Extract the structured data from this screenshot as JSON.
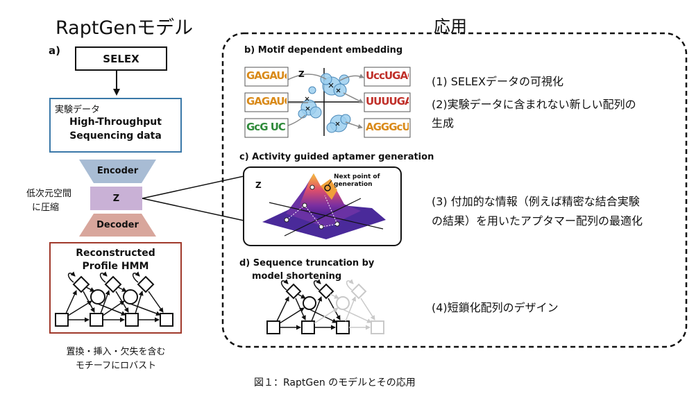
{
  "left": {
    "title": "RaptGenモデル",
    "panel_a": "a)",
    "selex": "SELEX",
    "exp_label": "実験データ",
    "hts_line1": "High-Throughput",
    "hts_line2": "Sequencing data",
    "encoder": "Encoder",
    "z": "Z",
    "decoder": "Decoder",
    "latent_line1": "低次元空間",
    "latent_line2": "に圧縮",
    "hmm_line1": "Reconstructed",
    "hmm_line2": "Profile HMM",
    "robust_line1": "置換・挿入・欠失を含む",
    "robust_line2": "モチーフにロバスト"
  },
  "right": {
    "title": "応用",
    "b_title": "b) Motif dependent embedding",
    "b_z": "Z",
    "motifs_left": [
      "GAGAUcc",
      "GAGAUGU",
      "GcG UC"
    ],
    "motifs_right": [
      "UccUGAG",
      "UUUUGAG",
      "AGGGcUC"
    ],
    "app1": "(1) SELEXデータの可視化",
    "app2_line1": "(2)実験データに含まれない新しい配列の",
    "app2_line2": "生成",
    "c_title": "c) Activity guided aptamer generation",
    "c_z": "Z",
    "c_next1": "Next point of",
    "c_next2": "generation",
    "app3_line1": "(3) 付加的な情報（例えば精密な結合実験",
    "app3_line2": "の結果）を用いたアプタマー配列の最適化",
    "d_title1": "d) Sequence truncation by",
    "d_title2": "model shortening",
    "app4": "(4)短鎖化配列のデザイン"
  },
  "caption": "図１：RaptGen のモデルとその応用",
  "colors": {
    "hts_border": "#3a78a8",
    "encoder": "#a8bcd4",
    "z_box": "#c9b1d6",
    "decoder": "#d8a69c",
    "hmm_border": "#a0392b",
    "bubble": "#9ccfee"
  }
}
